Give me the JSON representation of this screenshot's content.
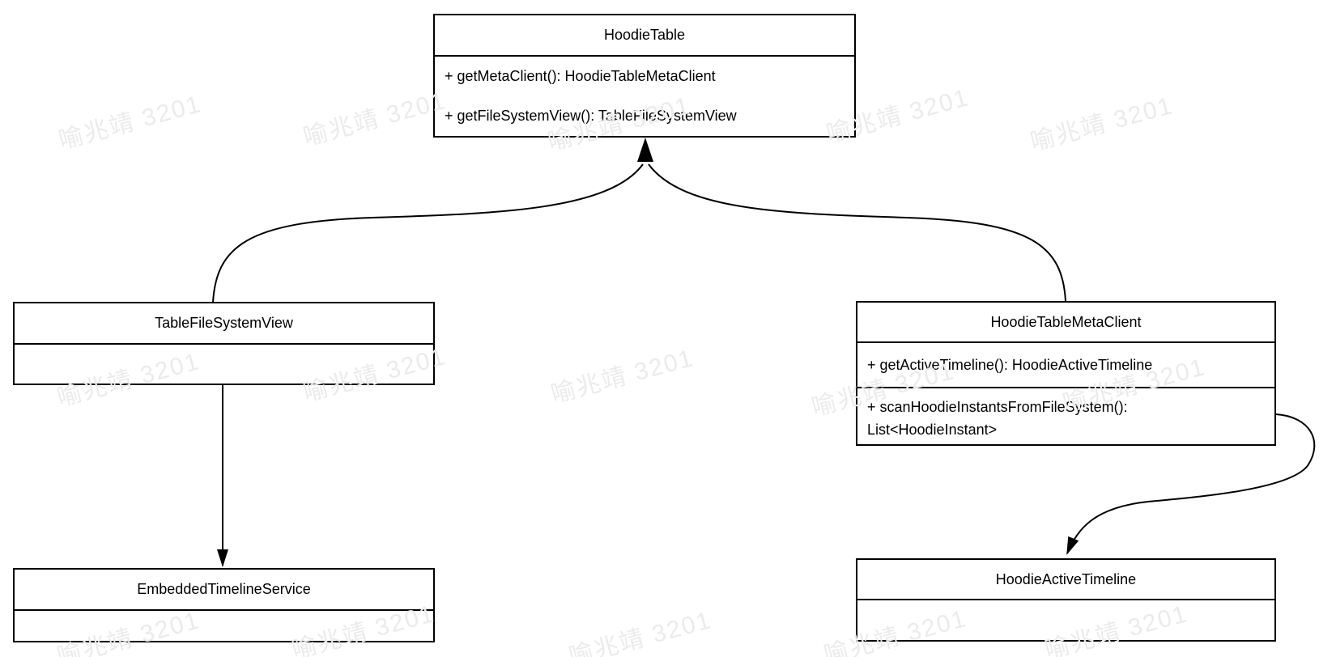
{
  "diagram": {
    "classes": [
      {
        "name": "HoodieTable",
        "methods": [
          "+ getMetaClient(): HoodieTableMetaClient",
          "+ getFileSystemView(): TableFileSystemView"
        ]
      },
      {
        "name": "TableFileSystemView",
        "methods": []
      },
      {
        "name": "HoodieTableMetaClient",
        "methods": [
          "+ getActiveTimeline(): HoodieActiveTimeline",
          "+ scanHoodieInstantsFromFileSystem(): List<HoodieInstant>"
        ]
      },
      {
        "name": "EmbeddedTimelineService",
        "methods": []
      },
      {
        "name": "HoodieActiveTimeline",
        "methods": []
      }
    ],
    "relations": [
      {
        "from": "TableFileSystemView",
        "to": "HoodieTable",
        "style": "curved-arrow"
      },
      {
        "from": "HoodieTableMetaClient",
        "to": "HoodieTable",
        "style": "curved-arrow"
      },
      {
        "from": "TableFileSystemView",
        "to": "EmbeddedTimelineService",
        "style": "straight-arrow"
      },
      {
        "from": "HoodieTableMetaClient",
        "to": "HoodieActiveTimeline",
        "style": "curved-arrow"
      }
    ],
    "watermark": {
      "text": "喻兆靖 3201"
    },
    "colors": {
      "stroke": "#000000",
      "background": "#ffffff",
      "watermark": "#ebebeb"
    }
  }
}
